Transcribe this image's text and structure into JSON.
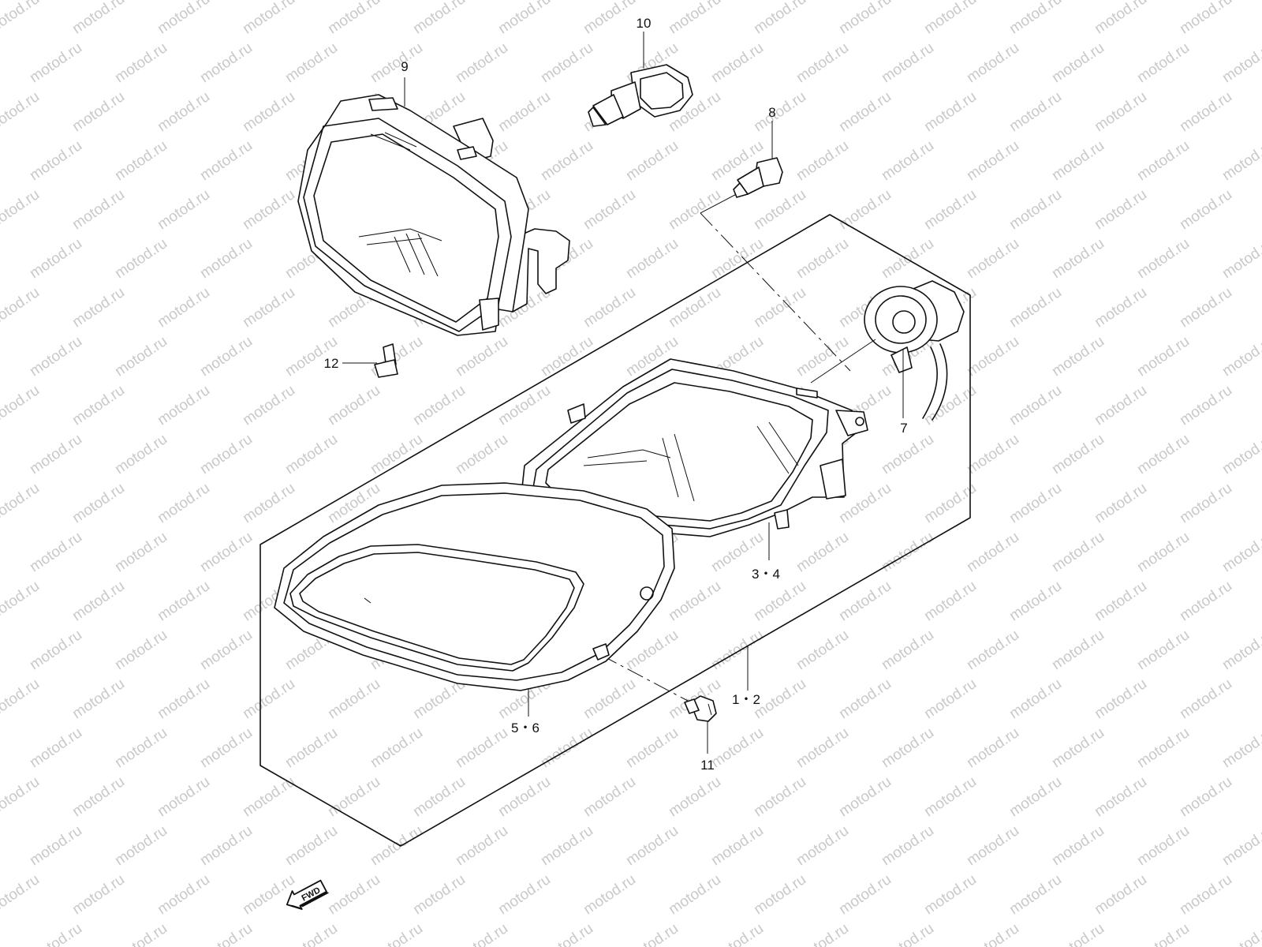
{
  "diagram": {
    "watermark_text": "motod.ru",
    "direction_arrow_label": "FWD",
    "callouts": {
      "part_9": "9",
      "part_10": "10",
      "part_8": "8",
      "part_12": "12",
      "part_7": "7",
      "part_3_4": "3・4",
      "part_1_2": "1・2",
      "part_5_6": "5・6",
      "part_11": "11"
    }
  }
}
